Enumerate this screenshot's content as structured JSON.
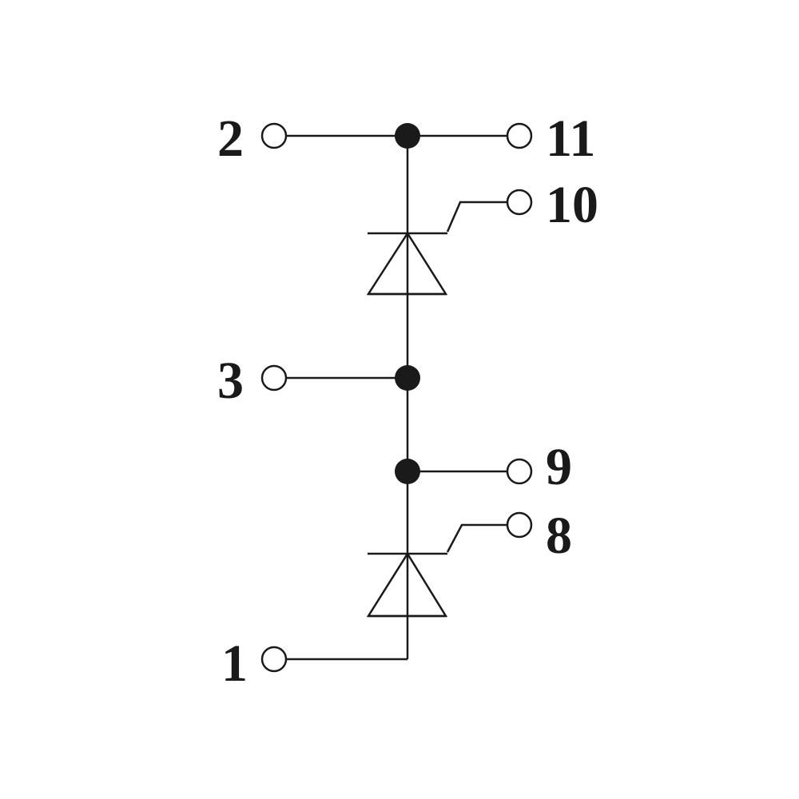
{
  "diagram": {
    "pins": {
      "p1": "1",
      "p2": "2",
      "p3": "3",
      "p8": "8",
      "p9": "9",
      "p10": "10",
      "p11": "11"
    },
    "components": [
      {
        "id": "thyristor-upper",
        "type": "thyristor",
        "anode_pin": "3",
        "cathode_pin": "2",
        "gate_pin": "10"
      },
      {
        "id": "thyristor-lower",
        "type": "thyristor",
        "anode_pin": "1",
        "cathode_pin": "9",
        "gate_pin": "8"
      }
    ],
    "colors": {
      "line": "#1a1a1a",
      "background": "#ffffff"
    }
  }
}
